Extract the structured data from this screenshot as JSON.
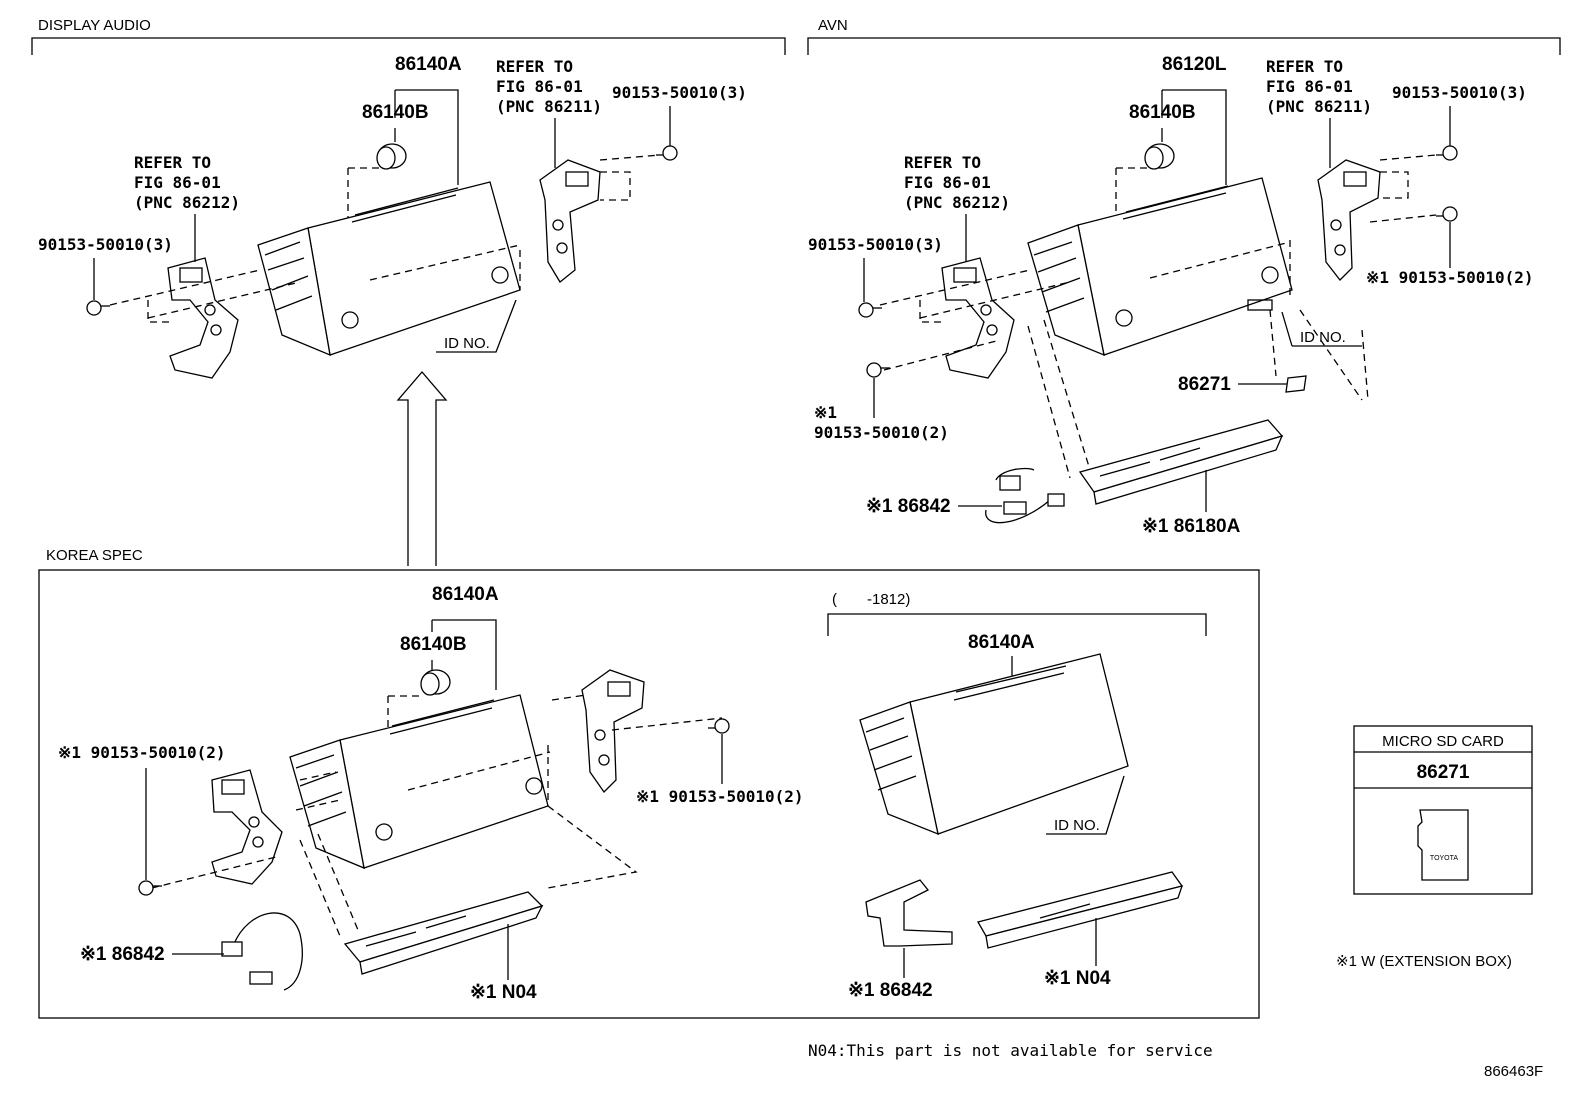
{
  "sections": {
    "display_audio": "DISPLAY AUDIO",
    "avn": "AVN",
    "korea_spec": "KOREA SPEC",
    "period": "(　　-1812)"
  },
  "display_audio": {
    "unit_pn": "86140A",
    "knob_pn": "86140B",
    "refer_right": [
      "REFER TO",
      "FIG 86-01",
      "(PNC 86211)"
    ],
    "refer_left": [
      "REFER TO",
      "FIG 86-01",
      "(PNC 86212)"
    ],
    "screw_right": "90153-50010(3)",
    "screw_left": "90153-50010(3)",
    "id_no": "ID NO."
  },
  "avn": {
    "unit_pn": "86120L",
    "knob_pn": "86140B",
    "refer_right": [
      "REFER TO",
      "FIG 86-01",
      "(PNC 86211)"
    ],
    "refer_left": [
      "REFER TO",
      "FIG 86-01",
      "(PNC 86212)"
    ],
    "screw_right_top": "90153-50010(3)",
    "screw_right_bottom": "※1 90153-50010(2)",
    "screw_left": "90153-50010(3)",
    "screw_left_bottom_mark": "※1",
    "screw_left_bottom": "90153-50010(2)",
    "sd_pn": "86271",
    "id_no": "ID NO.",
    "harness": "※1 86842",
    "ext_box": "※1 86180A"
  },
  "korea": {
    "unit_pn": "86140A",
    "knob_pn": "86140B",
    "screw_left": "※1 90153-50010(2)",
    "screw_right": "※1 90153-50010(2)",
    "harness": "※1 86842",
    "ext_box": "※1 N04",
    "alt_unit_pn": "86140A",
    "alt_id_no": "ID NO.",
    "alt_harness": "※1 86842",
    "alt_ext_box": "※1 N04"
  },
  "micro_sd": {
    "title": "MICRO SD CARD",
    "pn": "86271",
    "card_brand": "TOYOTA"
  },
  "legend": "※1 W (EXTENSION BOX)",
  "footnote": "N04:This part is not available for service",
  "figure_id": "866463F"
}
